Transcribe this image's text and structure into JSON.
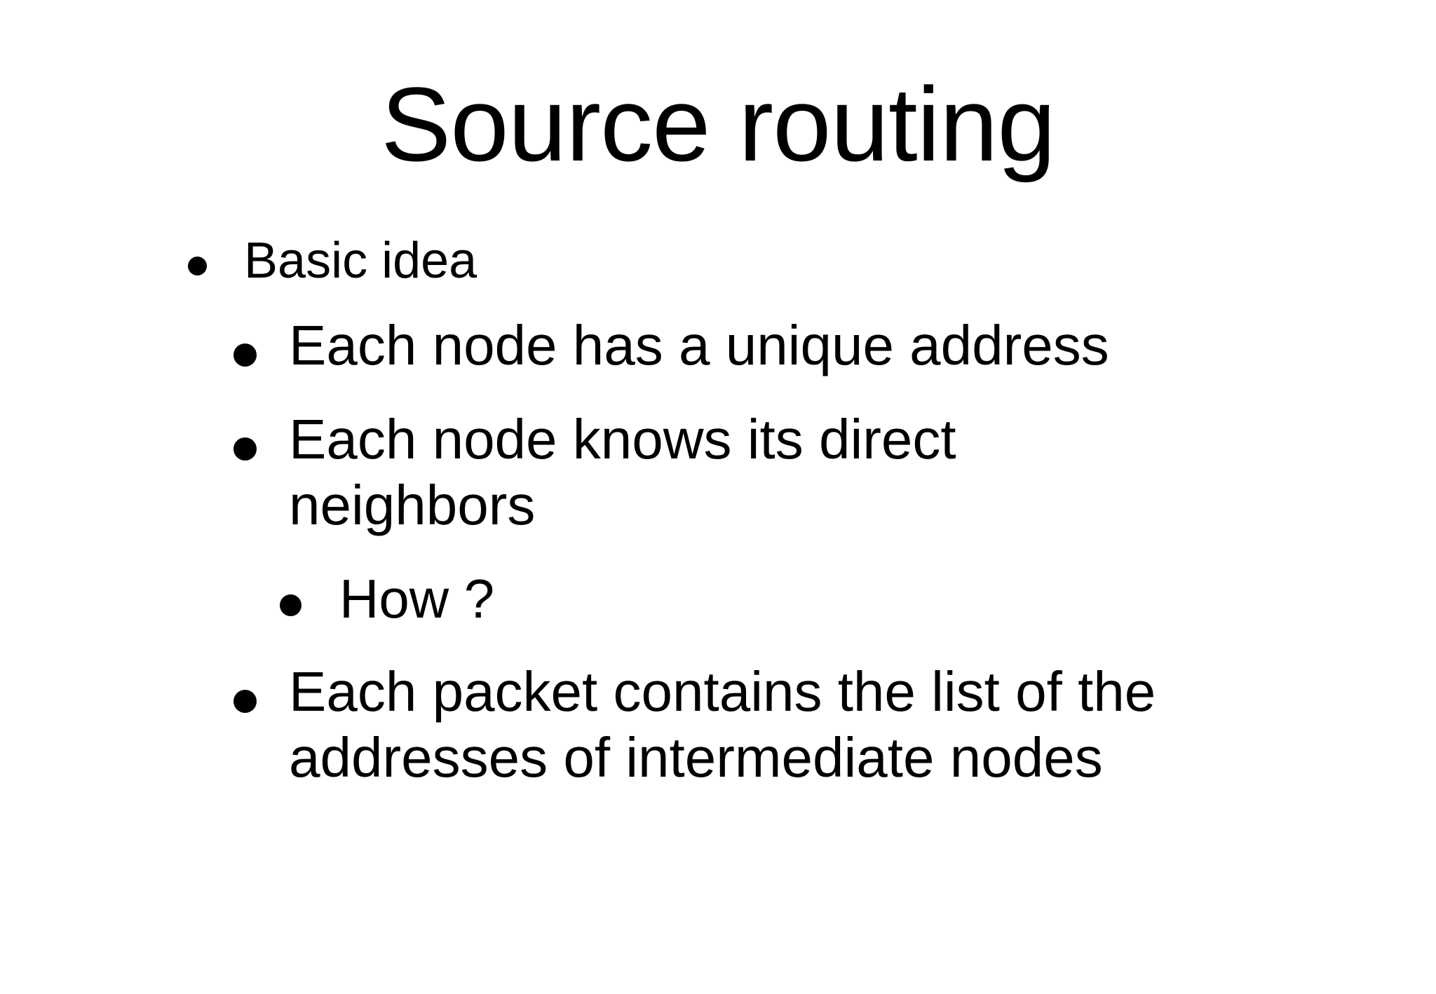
{
  "slide": {
    "title": "Source routing",
    "background_color": "#ffffff",
    "text_color": "#000000",
    "bullet_glyph": "filled-round-bullet",
    "outline": [
      {
        "level": 1,
        "text": "Basic idea"
      },
      {
        "level": 2,
        "text": "Each node has a unique address"
      },
      {
        "level": 2,
        "text": "Each node knows its direct neighbors"
      },
      {
        "level": 3,
        "text": "How ?"
      },
      {
        "level": 2,
        "text": "Each packet contains the list of the addresses of intermediate nodes"
      }
    ]
  }
}
